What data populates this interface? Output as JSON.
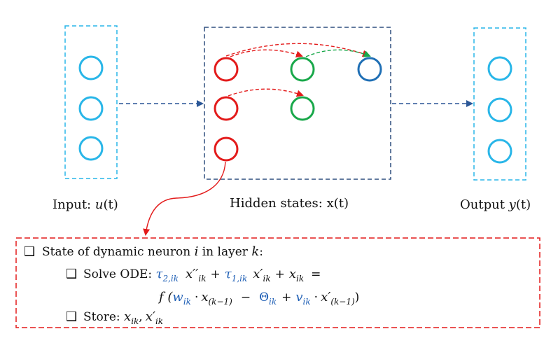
{
  "labels": {
    "input_prefix": "Input: ",
    "input_var": "u",
    "input_arg": "(t)",
    "hidden": "Hidden states: x(t)",
    "output_prefix": "Output ",
    "output_var": "y",
    "output_arg": "(t)"
  },
  "info": {
    "bullet_symbol": "❑",
    "state_prefix": "State of dynamic neuron ",
    "state_i": "i",
    "state_mid": " in layer ",
    "state_k": "k",
    "state_colon": ":",
    "solve_prefix": "Solve ODE: ",
    "store_prefix": "Store: "
  },
  "equation": {
    "tau2": "τ",
    "tau2_sub": "2,ik",
    "x2": "x′′",
    "x2_sub": "ik",
    "plus": "+",
    "tau1": "τ",
    "tau1_sub": "1,ik",
    "x1": "x′",
    "x1_sub": "ik",
    "x0": "x",
    "x0_sub": "ik",
    "equals": "=",
    "f_open": "f (",
    "w": "w",
    "w_sub": "ik",
    "dot": "·",
    "xk": "x",
    "xk_sub": "(k−1)",
    "minus": "−",
    "theta": "Θ",
    "theta_sub": "ik",
    "v": "v",
    "v_sub": "ik",
    "xpk": "x′",
    "xpk_sub": "(k−1)",
    "close": ")",
    "store_x": "x",
    "store_x_sub": "ik",
    "comma": ",",
    "store_xp": "x′",
    "store_xp_sub": "ik"
  },
  "colors": {
    "cyan": "#29b6e8",
    "navy": "#2f4f7f",
    "blue_arrow": "#2b5797",
    "red": "#e31b1b",
    "green": "#19a84a",
    "dark_blue": "#1f6fb5",
    "math_blue": "#1f5fb5"
  }
}
